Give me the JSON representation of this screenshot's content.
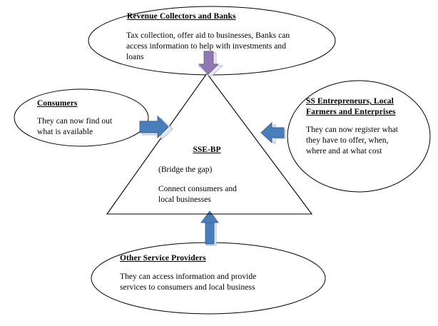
{
  "diagram": {
    "title": "SSE-BP bridge the gap diagram",
    "colors": {
      "shape_outline": "#000000",
      "arrow_blue": "#4A7EBB",
      "arrow_blue_light": "#D9E2F0",
      "arrow_purple": "#8F79B5",
      "arrow_purple_light": "#E8E4F0",
      "background": "#FFFFFF"
    },
    "center": {
      "shape": "triangle",
      "heading": "SSE-BP",
      "subtitle": "(Bridge the gap)",
      "body": "Connect consumers and\nlocal businesses"
    },
    "nodes": [
      {
        "id": "revenue-collectors-and-banks",
        "position": "top",
        "shape": "ellipse",
        "heading": "Revenue Collectors and Banks",
        "body": "Tax collection,  offer aid to businesses, Banks can\naccess information to help with investments and\nloans"
      },
      {
        "id": "consumers",
        "position": "left",
        "shape": "ellipse",
        "heading": "Consumers",
        "body": "They can now find out\nwhat is available"
      },
      {
        "id": "ss-entrepreneurs-local-farmers-and-enterprises",
        "position": "right",
        "shape": "ellipse",
        "heading": "SS Entrepreneurs, Local\nFarmers and Enterprises",
        "body": "They can now register what\nthey have to offer, when,\nwhere and at what cost"
      },
      {
        "id": "other-service-providers",
        "position": "bottom",
        "shape": "ellipse",
        "heading": "Other Service Providers",
        "body": "They can access information and provide\nservices to consumers and local business"
      }
    ],
    "arrows": [
      {
        "id": "arrow-top-down",
        "direction": "down",
        "from": "revenue-collectors-and-banks",
        "to": "center",
        "color": "#8F79B5"
      },
      {
        "id": "arrow-left-right",
        "direction": "right",
        "from": "consumers",
        "to": "center",
        "color": "#4A7EBB"
      },
      {
        "id": "arrow-right-left",
        "direction": "left",
        "from": "ss-entrepreneurs-local-farmers-and-enterprises",
        "to": "center",
        "color": "#4A7EBB"
      },
      {
        "id": "arrow-bottom-up",
        "direction": "up",
        "from": "other-service-providers",
        "to": "center",
        "color": "#4A7EBB"
      }
    ]
  }
}
